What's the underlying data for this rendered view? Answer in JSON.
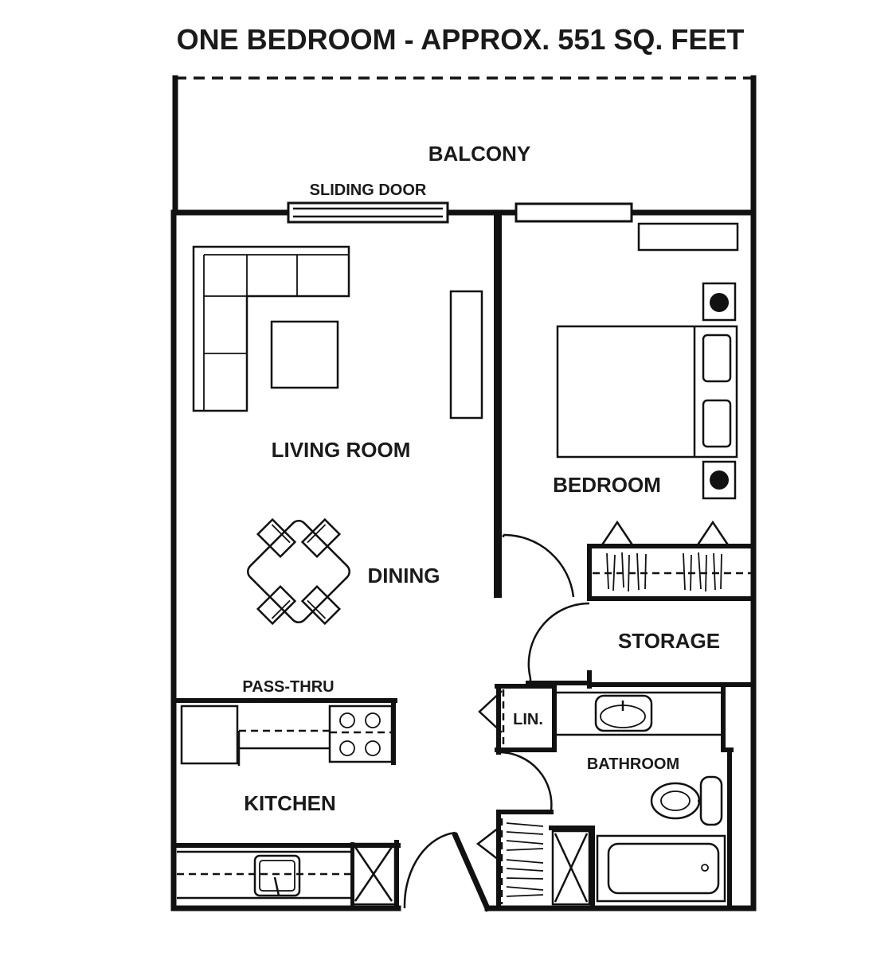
{
  "title": "ONE BEDROOM - APPROX. 551 SQ. FEET",
  "labels": {
    "balcony": "BALCONY",
    "sliding_door": "SLIDING DOOR",
    "living_room": "LIVING ROOM",
    "bedroom": "BEDROOM",
    "dining": "DINING",
    "storage": "STORAGE",
    "pass_thru": "PASS-THRU",
    "linen": "LIN.",
    "bathroom": "BATHROOM",
    "kitchen": "KITCHEN"
  }
}
